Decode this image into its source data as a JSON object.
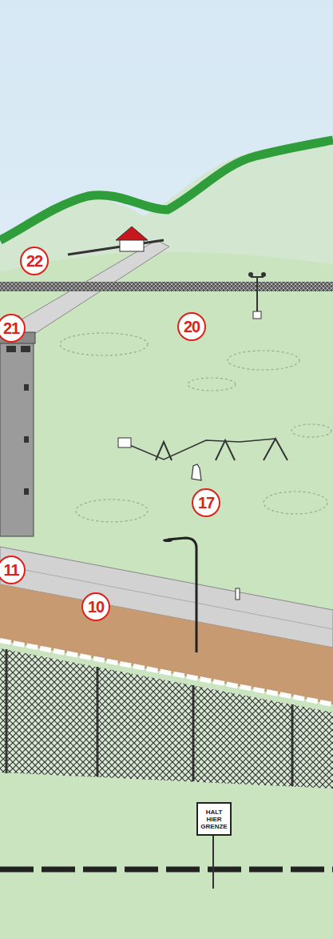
{
  "diagram": {
    "nodes": [
      {
        "text": [
          "HALT HIER GRENZE"
        ]
      }
    ],
    "labels": [
      "22",
      "21",
      "20",
      "17",
      "11",
      "10"
    ]
  }
}
